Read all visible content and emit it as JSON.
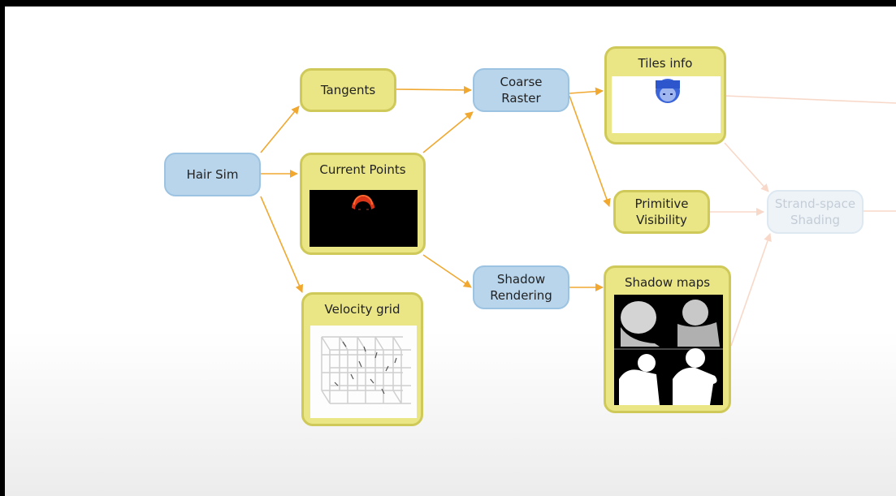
{
  "nodes": {
    "hair_sim": "Hair Sim",
    "tangents": "Tangents",
    "current_points": "Current Points",
    "velocity_grid": "Velocity grid",
    "coarse_raster": [
      "Coarse",
      "Raster"
    ],
    "shadow_rendering": [
      "Shadow",
      "Rendering"
    ],
    "tiles_info": "Tiles info",
    "primitive_visibility": [
      "Primitive",
      "Visibility"
    ],
    "shadow_maps": "Shadow maps",
    "strand_space_shading": [
      "Strand-space",
      "Shading"
    ]
  },
  "colors": {
    "blue_node": "#b8d5ec",
    "yellow_node": "#eae685",
    "arrow": "#f0a830",
    "faded_arrow": "#f8d8c8"
  }
}
